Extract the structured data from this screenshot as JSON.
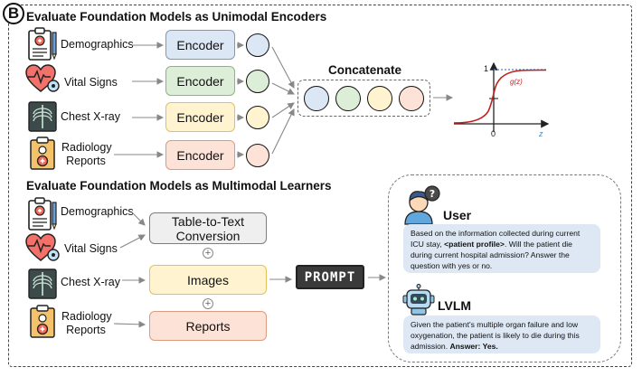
{
  "badge": "B",
  "section_unimodal": {
    "title": "Evaluate Foundation Models as Unimodal Encoders",
    "inputs": [
      "Demographics",
      "Vital Signs",
      "Chest X-ray",
      "Radiology\nReports"
    ],
    "encoder_label": "Encoder",
    "concatenate_label": "Concatenate",
    "sigmoid": {
      "tick_one": "1",
      "tick_zero": "0",
      "x_label": "z",
      "curve_label": "g(z)"
    }
  },
  "section_multimodal": {
    "title": "Evaluate Foundation Models as Multimodal Learners",
    "inputs": [
      "Demographics",
      "Vital Signs",
      "Chest X-ray",
      "Radiology\nReports"
    ],
    "boxes": [
      "Table-to-Text\nConversion",
      "Images",
      "Reports"
    ],
    "plus": "+",
    "prompt": "PROMPT"
  },
  "chat": {
    "user_role": "User",
    "user_text_1": "Based on the information collected during current ICU stay, ",
    "user_text_bold": "<patient profile>",
    "user_text_2": ". Will the patient die during current hospital admission? Answer the question with yes or no.",
    "model_role": "LVLM",
    "model_text_1": "Given the patient's multiple organ failure and low oxygenation, the patient is likely to die during this admission. ",
    "model_text_bold": "Answer: Yes."
  },
  "colors": {
    "blue": "#dce7f5",
    "green": "#ddeed8",
    "yellow": "#fff4cf",
    "peach": "#fde2d7",
    "curve": "#c0201e",
    "dotted": "#4a86c5"
  }
}
